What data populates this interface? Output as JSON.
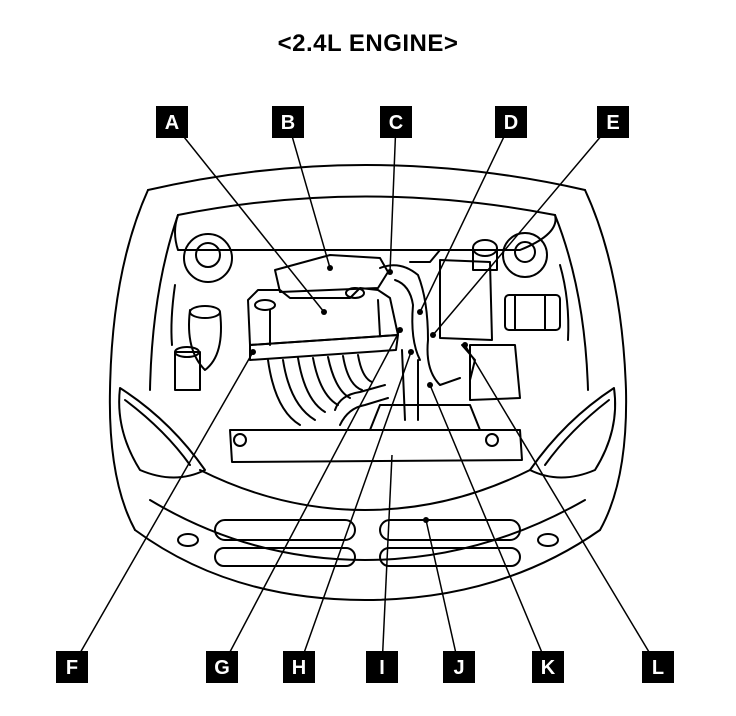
{
  "title": "<2.4L ENGINE>",
  "labels": [
    "A",
    "B",
    "C",
    "D",
    "E",
    "F",
    "G",
    "H",
    "I",
    "J",
    "K",
    "L"
  ],
  "colors": {
    "ink": "#000000",
    "paper": "#ffffff"
  }
}
